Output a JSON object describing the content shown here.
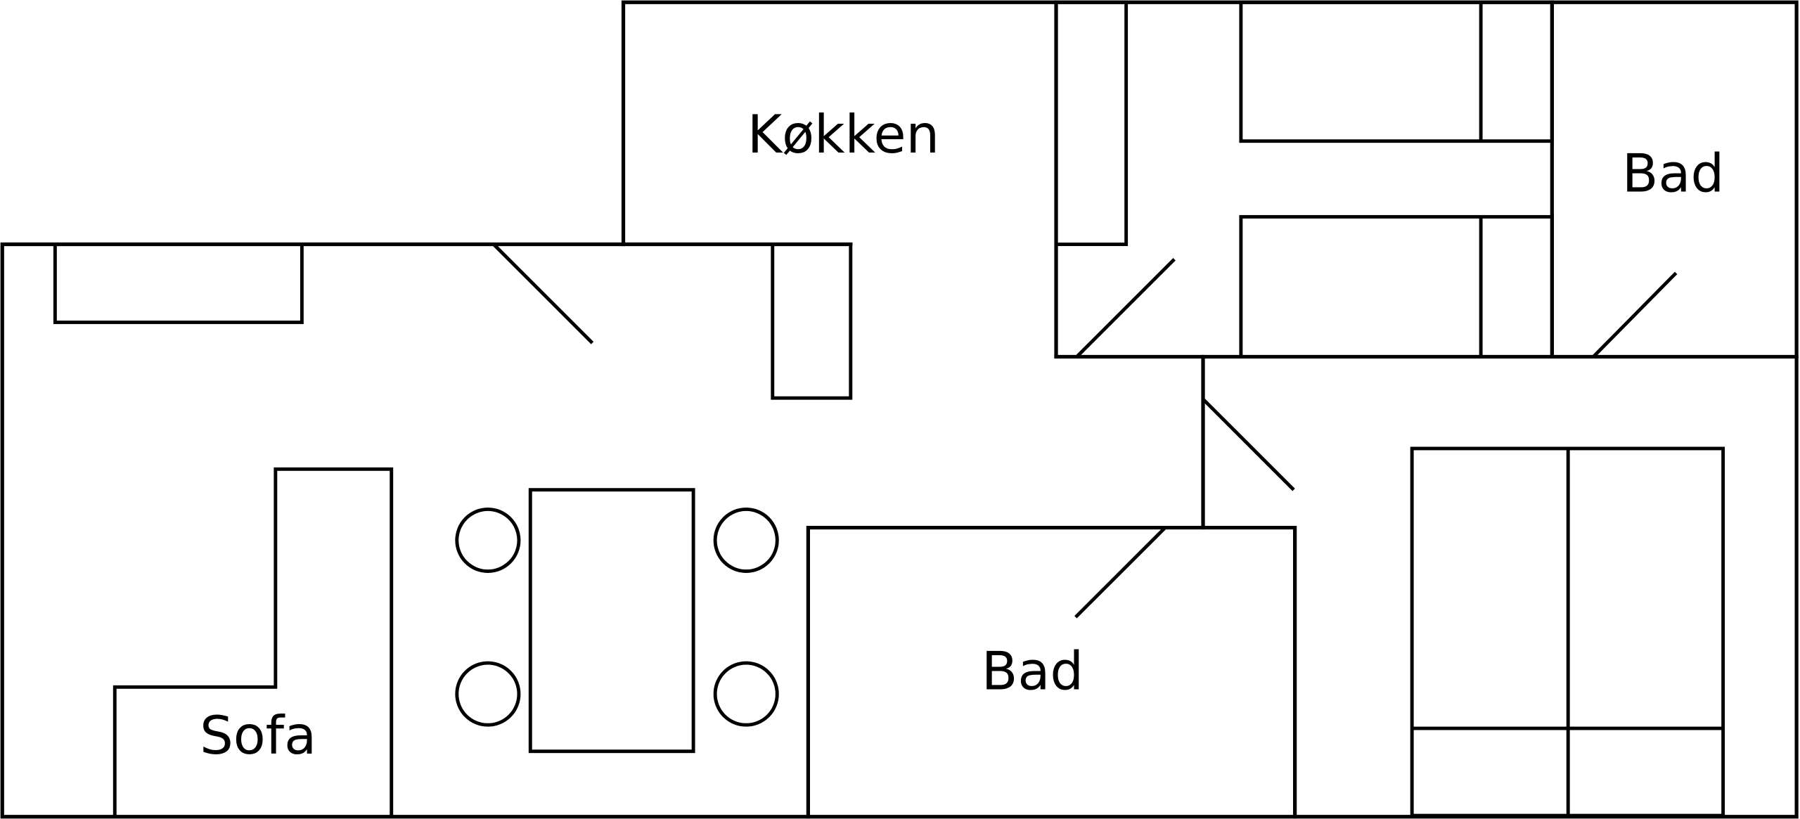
{
  "colors": {
    "background": "#ffffff",
    "line": "#000000"
  },
  "rooms": {
    "kitchen": {
      "label": "Køkken"
    },
    "bath_top_right": {
      "label": "Bad"
    },
    "bath_bottom": {
      "label": "Bad"
    }
  },
  "furniture": {
    "sofa": {
      "label": "Sofa"
    },
    "dining_table_chairs": 4,
    "double_bed": "double-bed"
  }
}
